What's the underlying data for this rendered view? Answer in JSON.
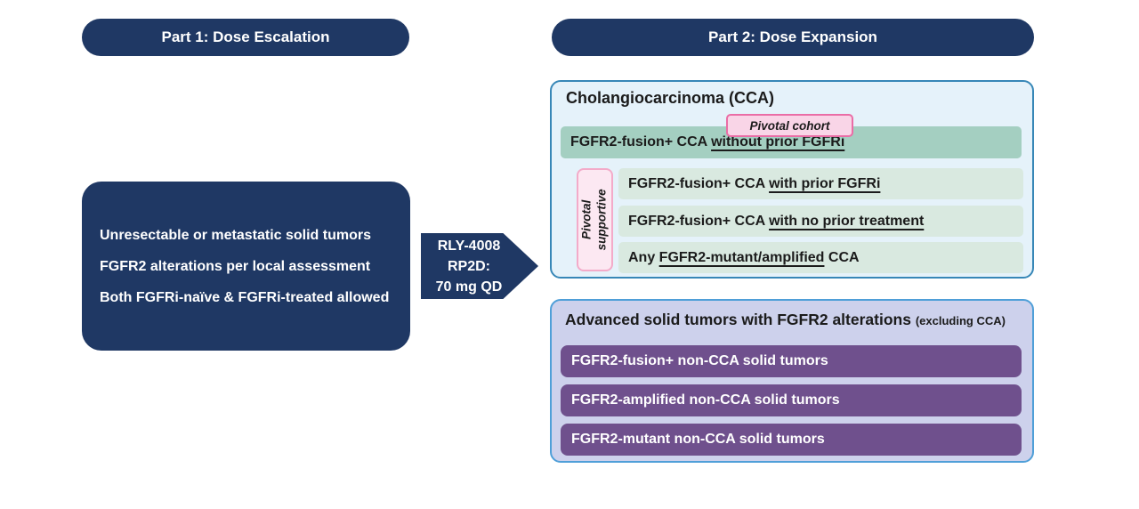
{
  "part1": {
    "header": "Part 1: Dose Escalation",
    "criteria": [
      "Unresectable or metastatic solid tumors",
      "FGFR2 alterations per local assessment",
      "Both FGFRi-naïve & FGFRi-treated allowed"
    ]
  },
  "arrow": {
    "line1": "RLY-4008",
    "line2": "RP2D:",
    "line3": "70 mg QD"
  },
  "part2": {
    "header": "Part 2: Dose Expansion",
    "cca": {
      "title": "Cholangiocarcinoma (CCA)",
      "pivotal_badge": "Pivotal cohort",
      "pivotal_bar": {
        "prefix": "FGFR2-fusion+ CCA ",
        "underlined": "without prior FGFRi",
        "suffix": ""
      },
      "supportive_label_line1": "Pivotal",
      "supportive_label_line2": "supportive",
      "supportive_bars": [
        {
          "prefix": "FGFR2-fusion+ CCA ",
          "underlined": "with prior FGFRi",
          "suffix": ""
        },
        {
          "prefix": "FGFR2-fusion+ CCA ",
          "underlined": "with no prior treatment",
          "suffix": ""
        },
        {
          "prefix": "Any ",
          "underlined": "FGFR2-mutant/amplified",
          "suffix": " CCA"
        }
      ]
    },
    "non_cca": {
      "title": "Advanced solid tumors with FGFR2 alterations",
      "title_note": "(excluding CCA)",
      "bars": [
        "FGFR2-fusion+ non-CCA solid tumors",
        "FGFR2-amplified non-CCA solid tumors",
        "FGFR2-mutant non-CCA solid tumors"
      ]
    }
  },
  "colors": {
    "navy": "#1f3864",
    "cca_panel_bg": "#e5f2fa",
    "cca_panel_border": "#3787b7",
    "pivotal_bar_bg": "#a4cfc1",
    "supportive_bar_bg": "#d9e9e0",
    "badge_bg": "#f9d5e7",
    "badge_border": "#ea6da6",
    "vlabel_bg": "#fce8f2",
    "vlabel_border": "#f3abc9",
    "noncca_panel_bg": "#cdd1ec",
    "noncca_panel_border": "#4f9fd8",
    "purple_bar_bg": "#6f508d",
    "dark_text": "#1b1b1b",
    "white_text": "#ffffff"
  }
}
